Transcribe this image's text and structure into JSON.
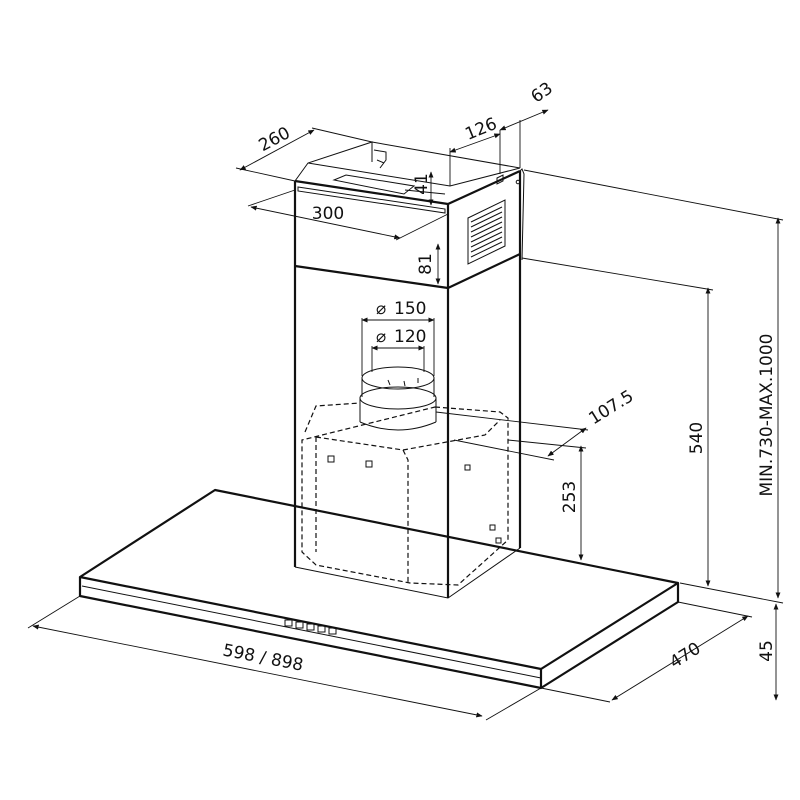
{
  "dimensions": {
    "d260": "260",
    "d300": "300",
    "d126": "126",
    "d63": "63",
    "d41": "41",
    "d81": "81",
    "d150": "150",
    "d120": "120",
    "d1075": "107.5",
    "d540": "540",
    "d253": "253",
    "dheight": "MIN.730-MAX.1000",
    "dwidth": "598 / 898",
    "d470": "470",
    "d45": "45"
  },
  "symbols": {
    "diameter": "⌀"
  }
}
